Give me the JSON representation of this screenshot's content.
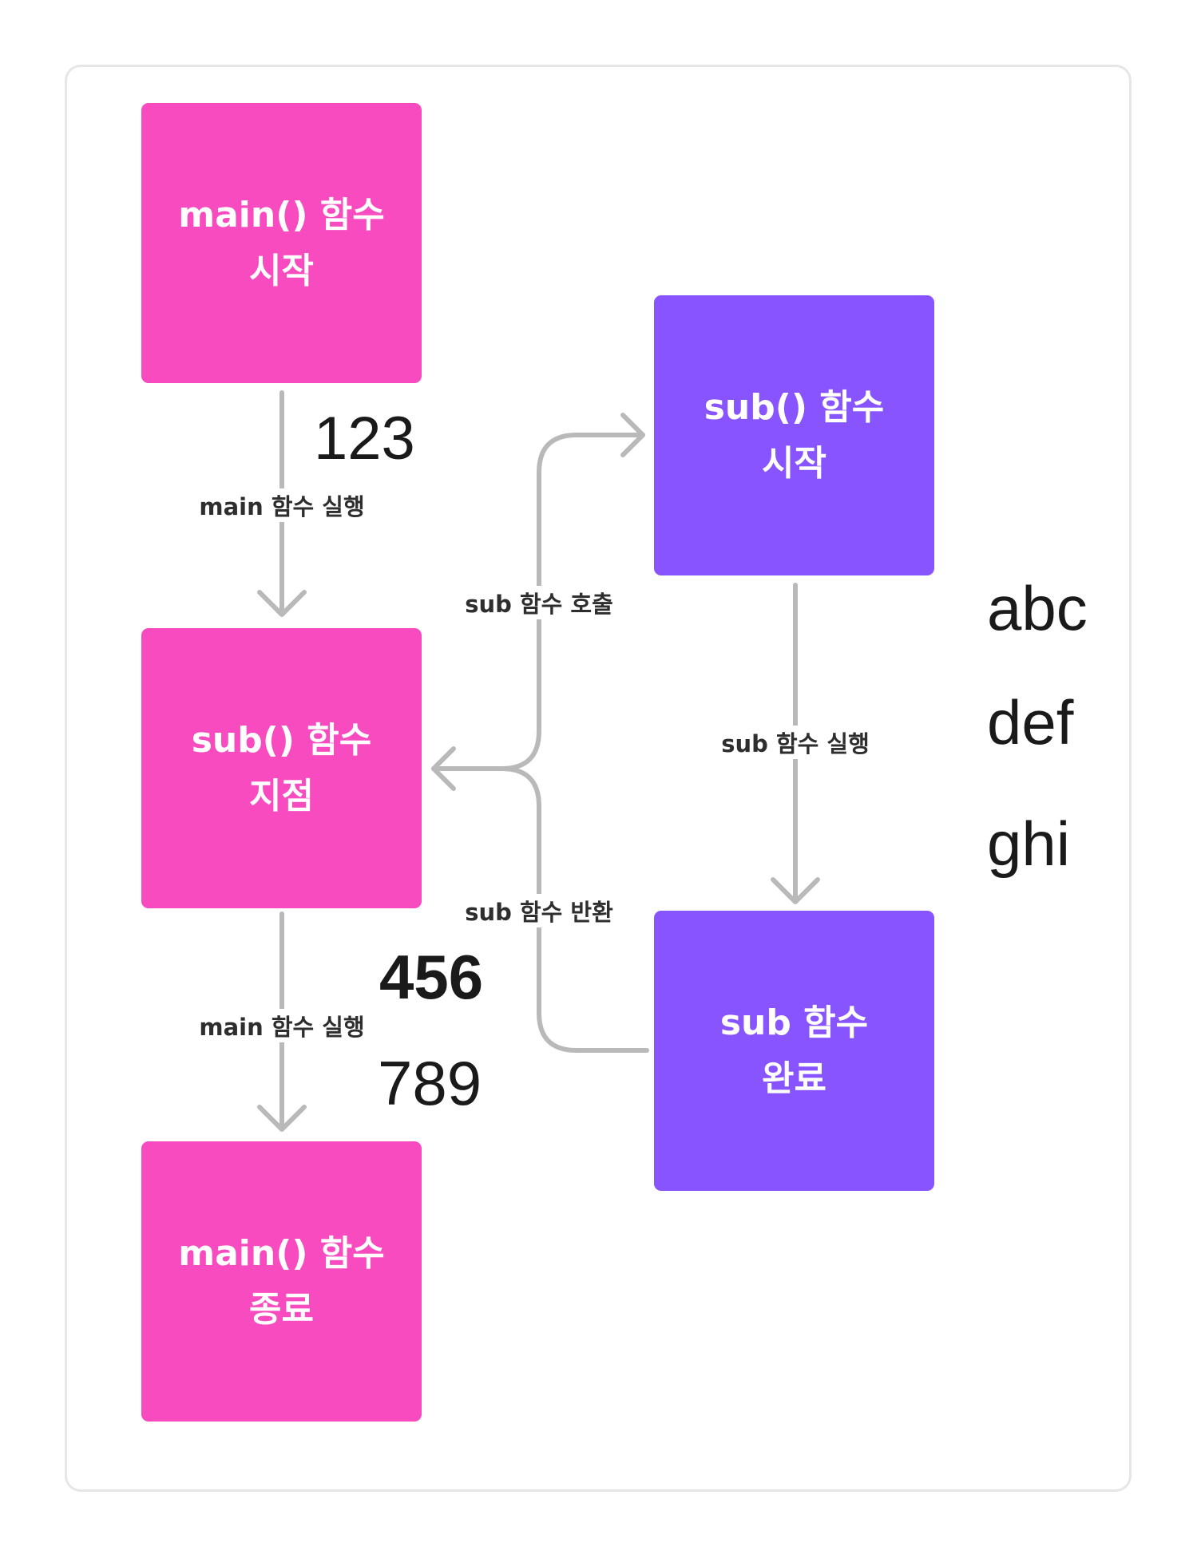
{
  "colors": {
    "main_node": "#f74bbf",
    "sub_node": "#8854ff",
    "connector": "#b9b9b9",
    "frame_border": "#e6e6e6"
  },
  "nodes": {
    "main_start": {
      "line1": "main() 함수",
      "line2": "시작"
    },
    "sub_point": {
      "line1": "sub() 함수",
      "line2": "지점"
    },
    "main_end": {
      "line1": "main() 함수",
      "line2": "종료"
    },
    "sub_start": {
      "line1": "sub() 함수",
      "line2": "시작"
    },
    "sub_done": {
      "line1": "sub 함수",
      "line2": "완료"
    }
  },
  "edges": {
    "main_run_1": "main 함수 실행",
    "main_run_2": "main 함수 실행",
    "sub_call": "sub 함수 호출",
    "sub_run": "sub 함수 실행",
    "sub_return": "sub 함수 반환"
  },
  "annotations": {
    "num_123": "123",
    "num_456": "456",
    "num_789": "789",
    "txt_abc": "abc",
    "txt_def": "def",
    "txt_ghi": "ghi"
  }
}
